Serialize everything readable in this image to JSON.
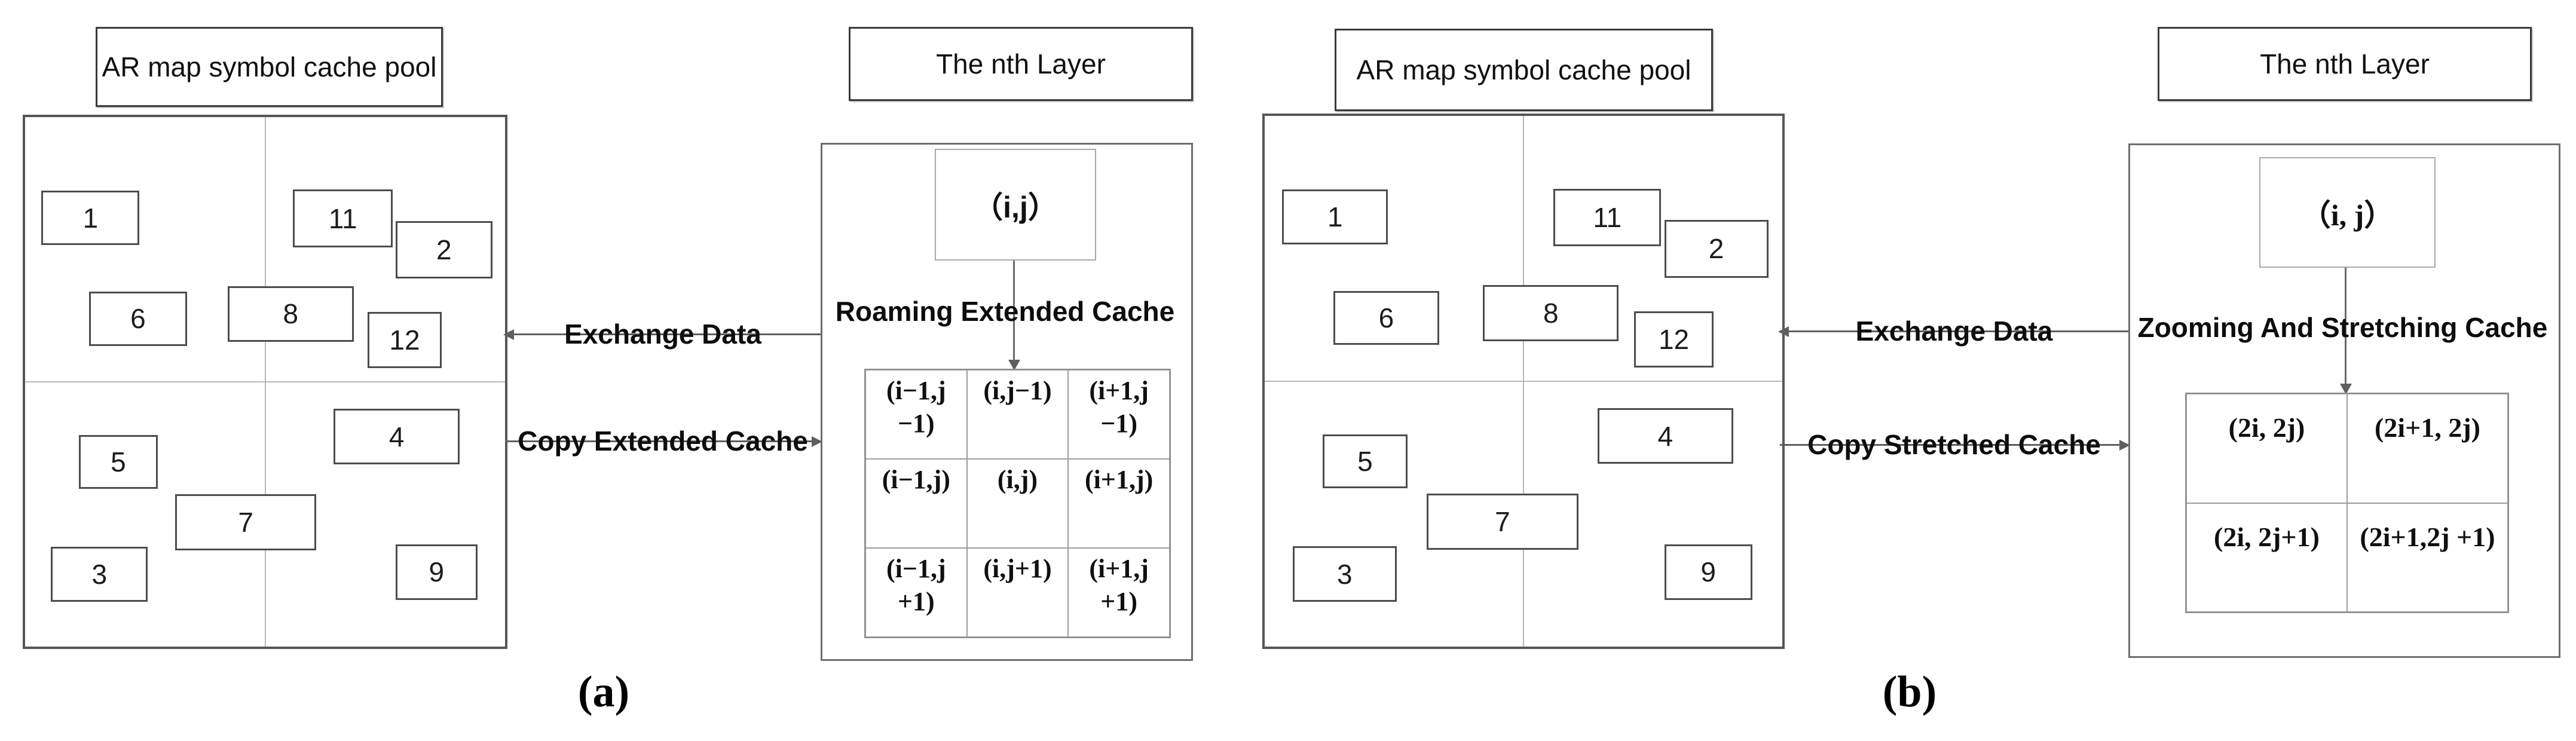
{
  "panels": [
    {
      "caption": "(a)",
      "pool": {
        "title": "AR map symbol cache pool",
        "items": [
          "1",
          "11",
          "2",
          "6",
          "8",
          "12",
          "5",
          "4",
          "7",
          "3",
          "9"
        ]
      },
      "arrows": {
        "exchange": "Exchange Data",
        "copy": "Copy Extended Cache"
      },
      "layer": {
        "title": "The nth Layer",
        "tile": "（i,j）",
        "cache_label": "Roaming Extended Cache",
        "grid": [
          [
            "(i−1,j −1)",
            "(i,j−1)",
            "(i+1,j −1)"
          ],
          [
            "(i−1,j)",
            "(i,j)",
            "(i+1,j)"
          ],
          [
            "(i−1,j +1)",
            "(i,j+1)",
            "(i+1,j +1)"
          ]
        ]
      }
    },
    {
      "caption": "(b)",
      "pool": {
        "title": "AR map symbol cache pool",
        "items": [
          "1",
          "11",
          "2",
          "6",
          "8",
          "12",
          "5",
          "4",
          "7",
          "3",
          "9"
        ]
      },
      "arrows": {
        "exchange": "Exchange Data",
        "copy": "Copy Stretched Cache"
      },
      "layer": {
        "title": "The nth Layer",
        "tile": "（i, j）",
        "cache_label": "Zooming And Stretching Cache",
        "grid": [
          [
            "(2i, 2j)",
            "(2i+1, 2j)"
          ],
          [
            "(2i, 2j+1)",
            "(2i+1,2j +1)"
          ]
        ]
      }
    }
  ]
}
